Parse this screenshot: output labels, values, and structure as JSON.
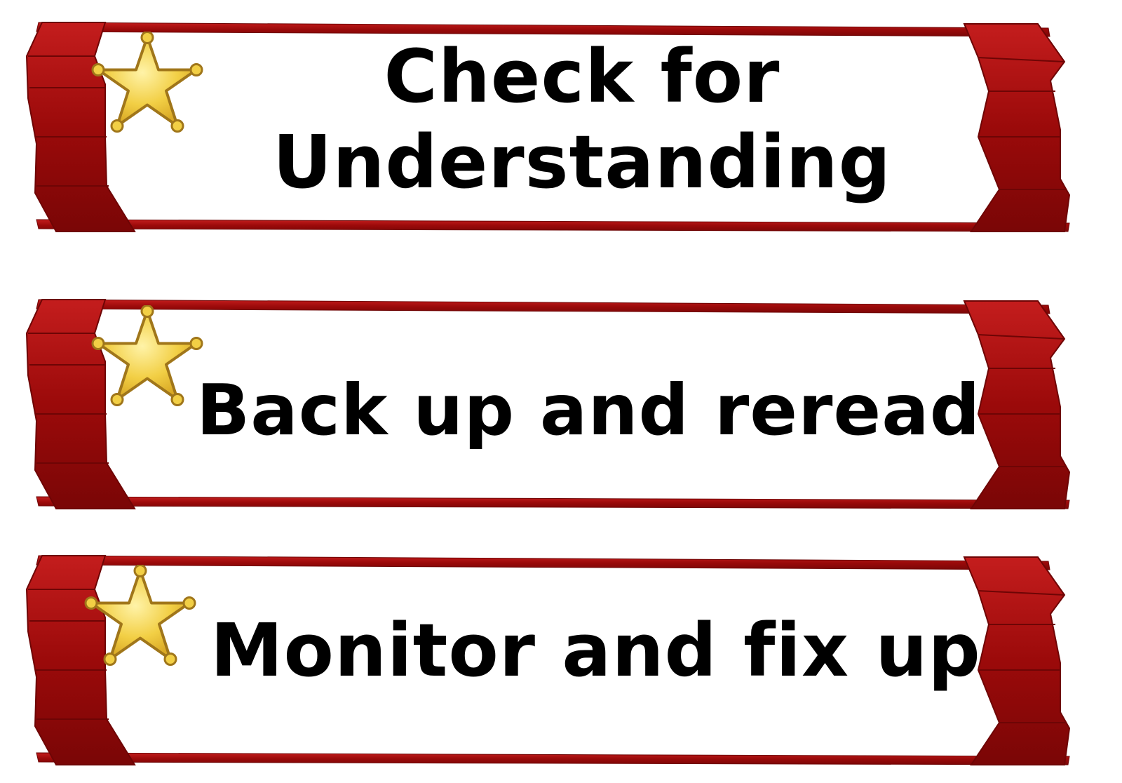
{
  "banners": [
    {
      "label": "Check for Understanding",
      "line1": "Check for",
      "line2": "Understanding"
    },
    {
      "label": "Back up and reread"
    },
    {
      "label": "Monitor and fix up"
    }
  ],
  "icons": {
    "badge": "sheriff-star-icon"
  },
  "colors": {
    "ribbon": "#9b0a0a",
    "ribbon_dark": "#6e0505",
    "ribbon_highlight": "#c41d1d",
    "background": "#ffffff",
    "text": "#000000",
    "star_fill": "#f2cf45",
    "star_outline": "#a0761a"
  }
}
